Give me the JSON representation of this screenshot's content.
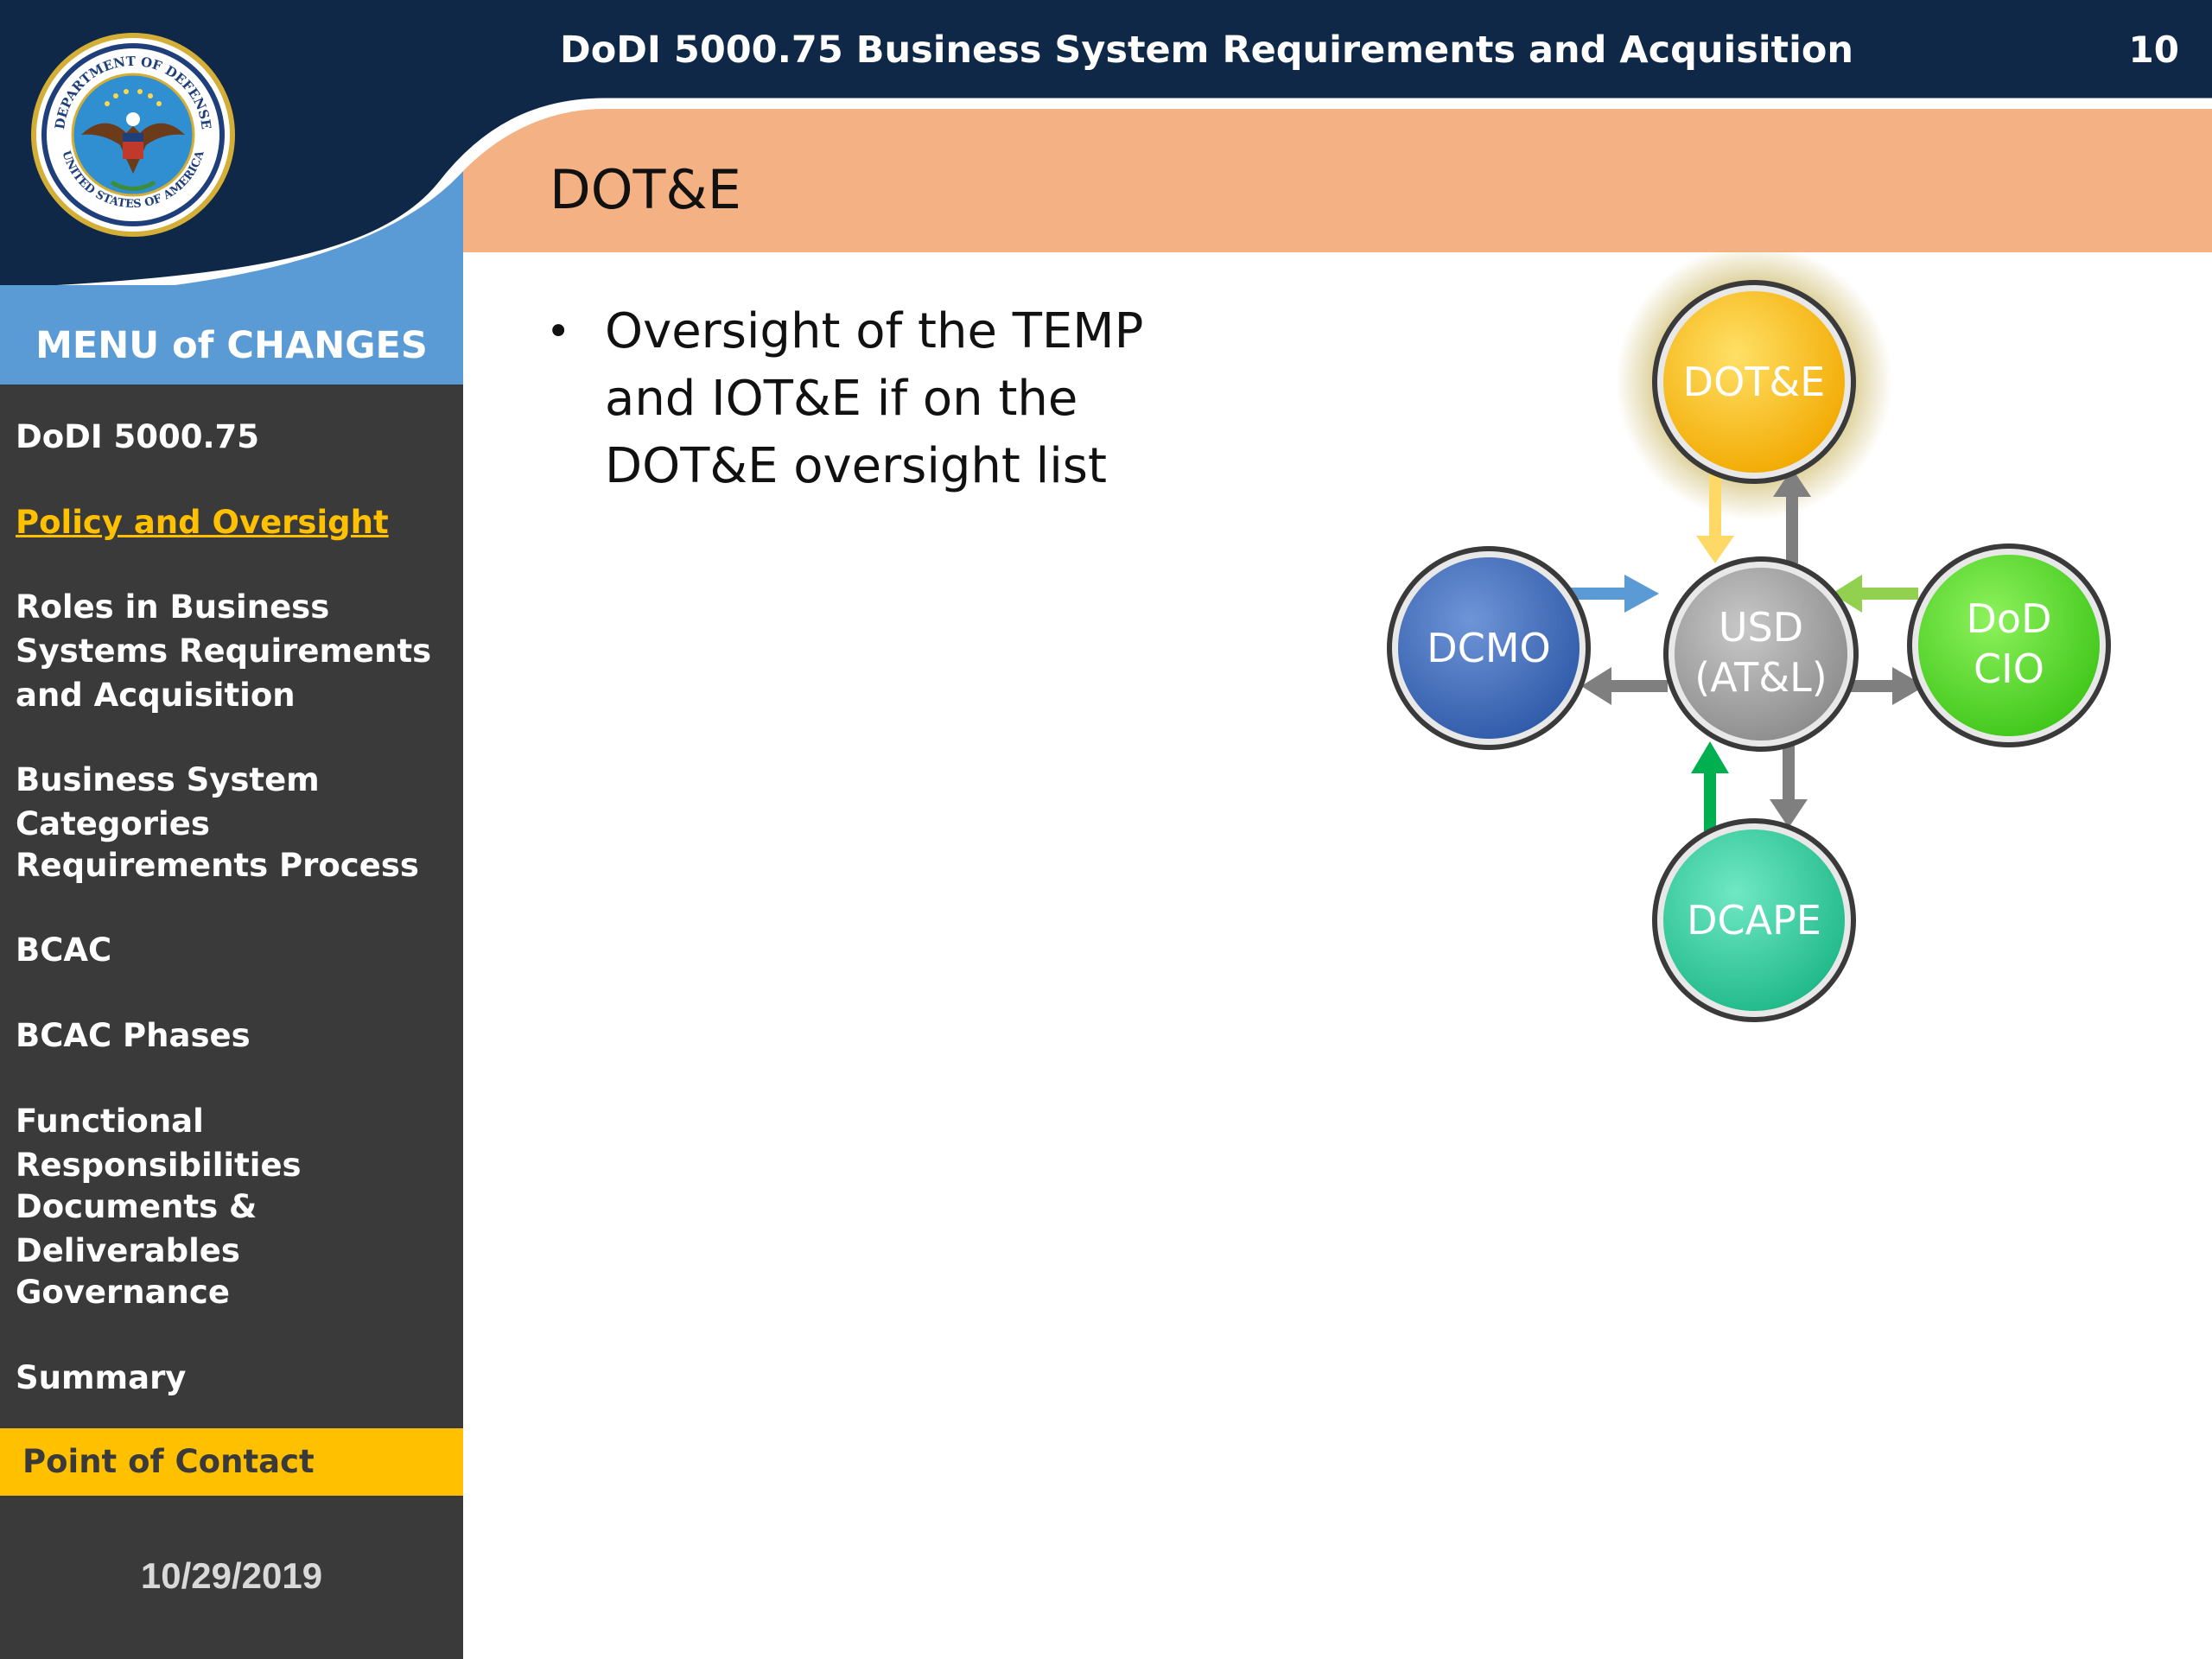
{
  "header": {
    "title": "DoDI 5000.75 Business System Requirements and Acquisition",
    "page_number": "10",
    "seal_name": "dod-seal-icon",
    "seal_text_top": "DEPARTMENT OF DEFENSE",
    "seal_text_bottom": "UNITED STATES OF AMERICA"
  },
  "slide": {
    "title": "DOT&E",
    "bullets": [
      "Oversight of the TEMP and IOT&E if on the DOT&E oversight list"
    ]
  },
  "sidebar": {
    "menu_title": "MENU of CHANGES",
    "items": [
      {
        "label": "DoDI 5000.75"
      },
      {
        "label": "Policy and Oversight"
      },
      {
        "label": "Roles in Business Systems Requirements and Acquisition"
      },
      {
        "label": "Business System Categories"
      },
      {
        "label": "Requirements Process"
      },
      {
        "label": "BCAC"
      },
      {
        "label": "BCAC Phases"
      },
      {
        "label": "Functional Responsibilities"
      },
      {
        "label": "Documents & Deliverables"
      },
      {
        "label": "Governance"
      },
      {
        "label": "Summary"
      }
    ],
    "contact_label": "Point of Contact",
    "date": "10/29/2019"
  },
  "diagram": {
    "center": {
      "line1": "USD",
      "line2": "(AT&L)"
    },
    "nodes": {
      "top": {
        "label": "DOT&E"
      },
      "left": {
        "label": "DCMO"
      },
      "right": {
        "line1": "DoD",
        "line2": "CIO"
      },
      "bottom": {
        "label": "DCAPE"
      }
    }
  },
  "colors": {
    "navy": "#0f2847",
    "accent_orange": "#f4b183",
    "menu_blue": "#5b9bd5",
    "sidebar": "#3a3a3a",
    "highlight_yellow": "#ffc000",
    "dote": "#ffc000",
    "dcmo": "#4472c4",
    "dodcio": "#5be02a",
    "dcape": "#2fd3a0",
    "usd": "#a6a6a6"
  }
}
